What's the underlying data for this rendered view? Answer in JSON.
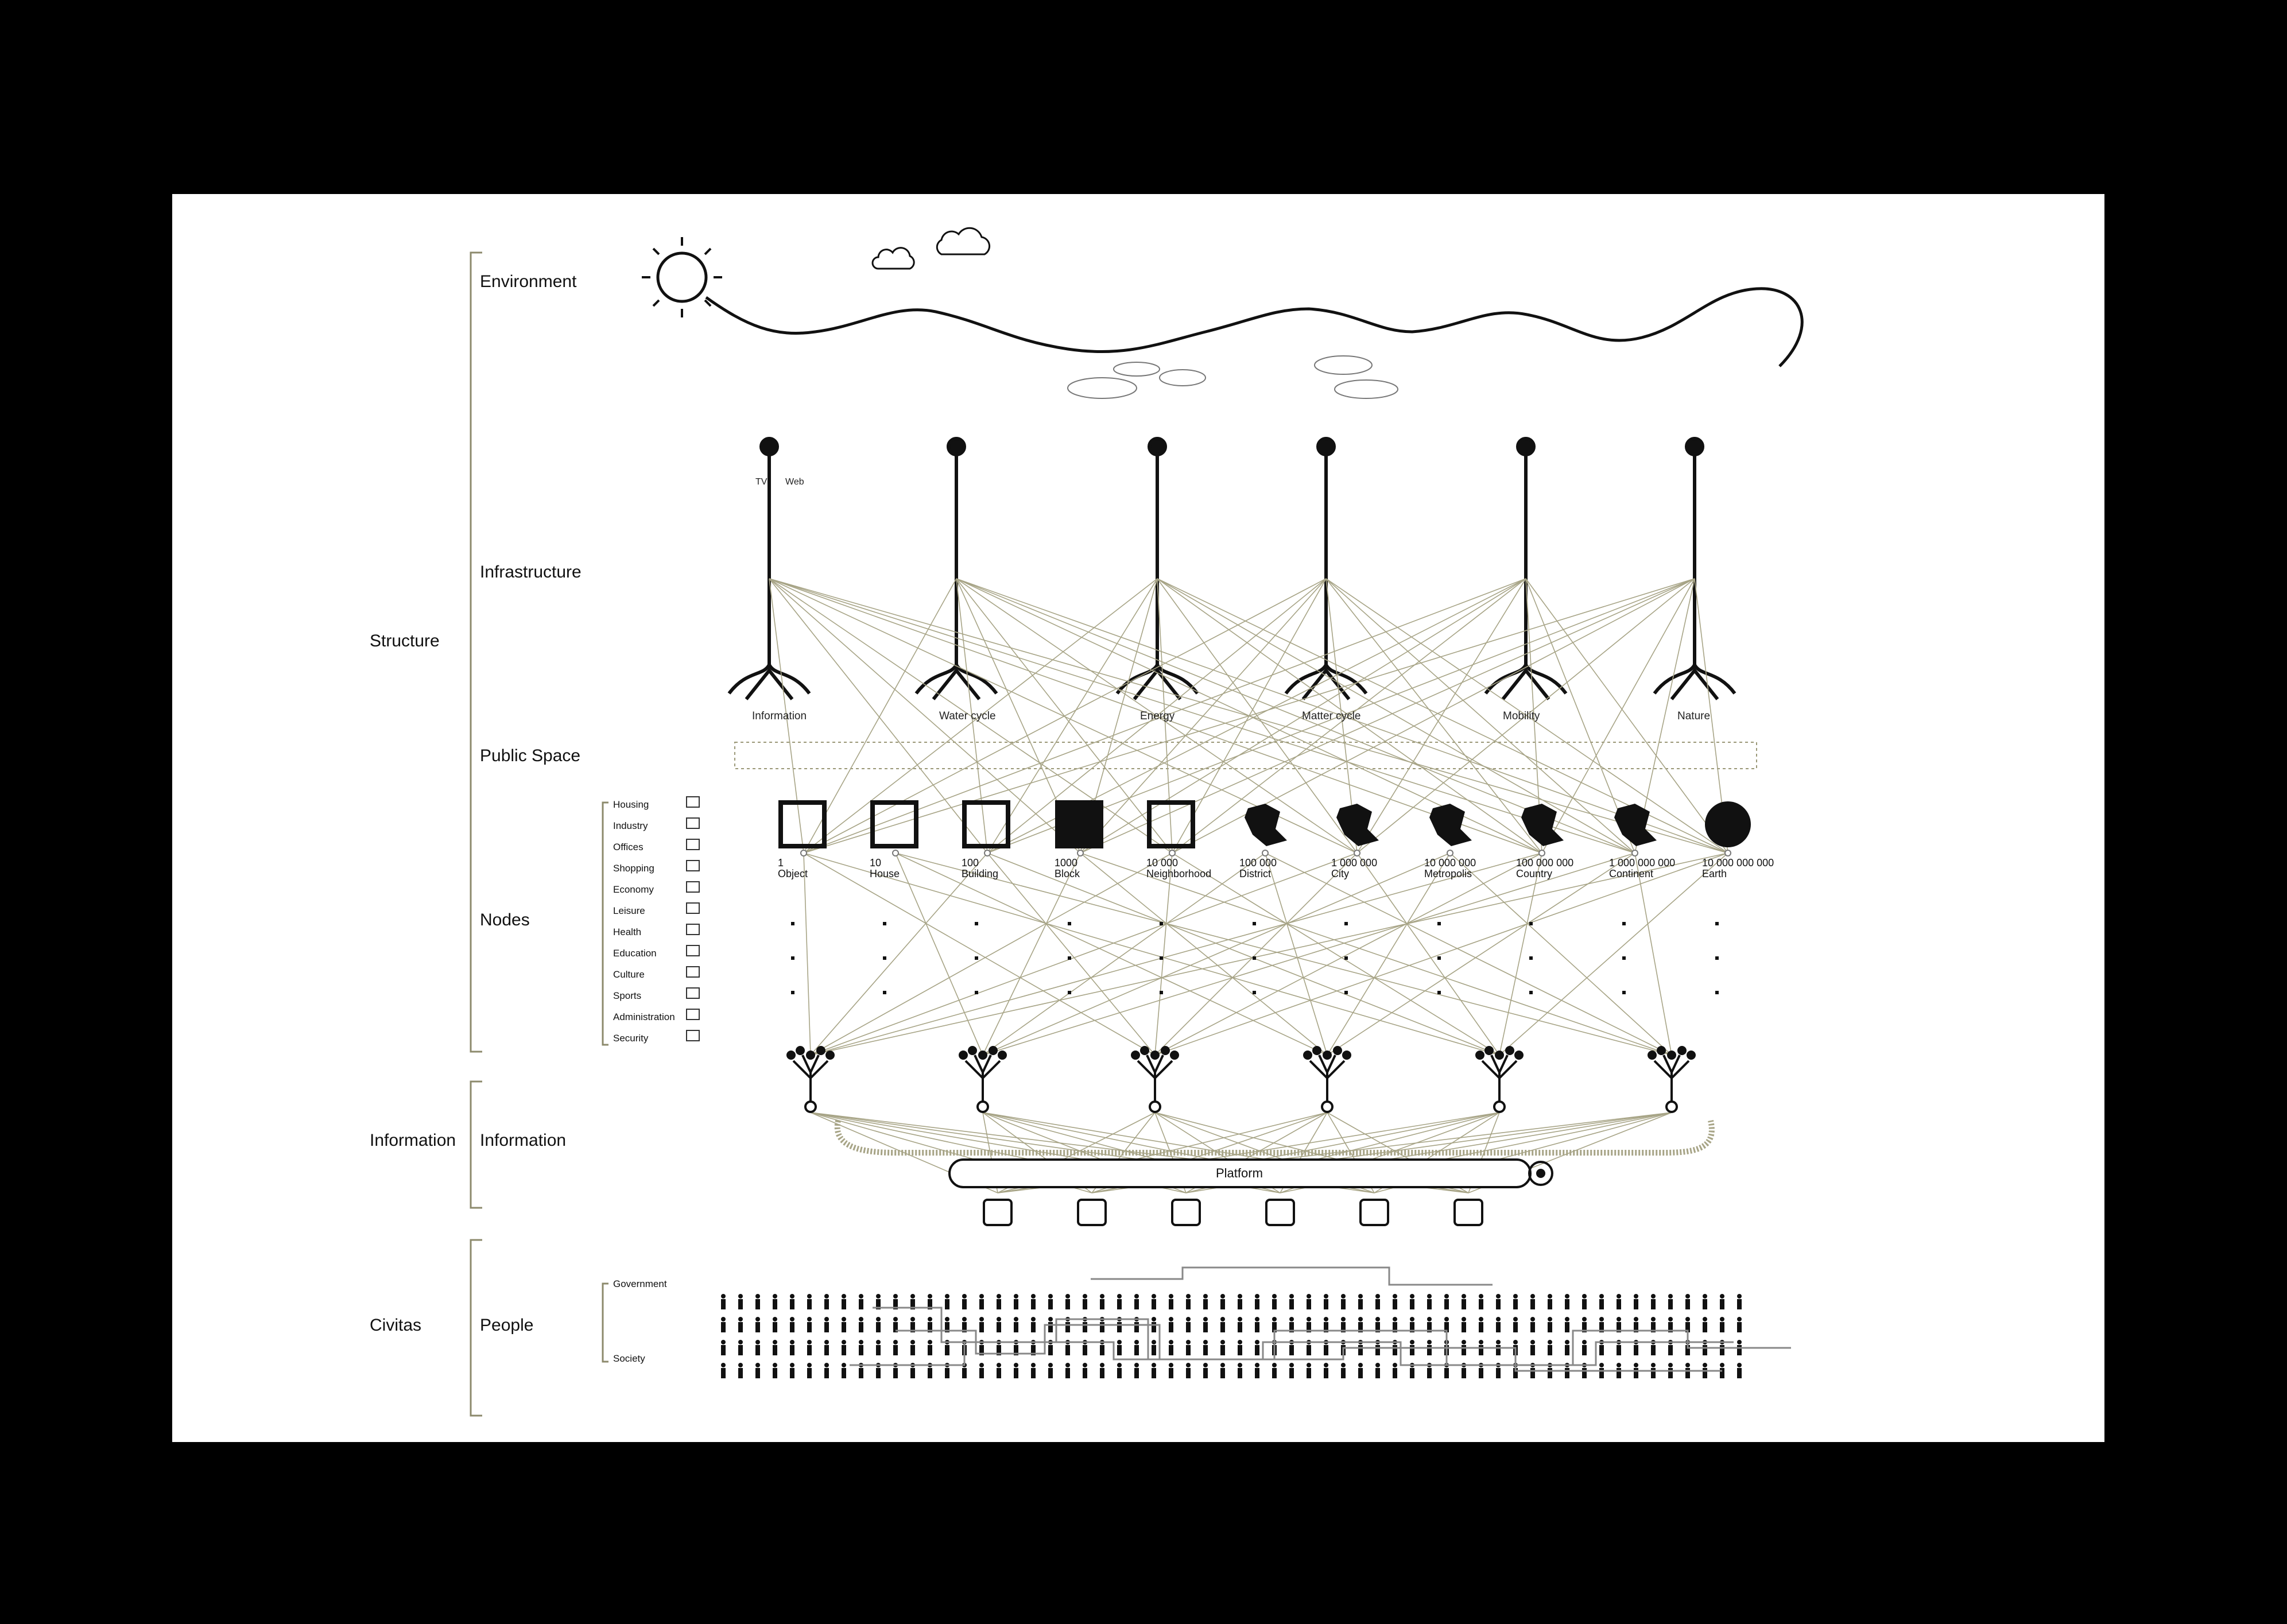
{
  "sections": [
    {
      "label": "Structure"
    },
    {
      "label": "Information"
    },
    {
      "label": "Civitas"
    }
  ],
  "subsections": [
    {
      "label": "Environment"
    },
    {
      "label": "Infrastructure"
    },
    {
      "label": "Public Space"
    },
    {
      "label": "Nodes"
    },
    {
      "label": "Information"
    },
    {
      "label": "People"
    }
  ],
  "infrastructure": [
    {
      "label": "Information"
    },
    {
      "label": "Water cycle"
    },
    {
      "label": "Energy"
    },
    {
      "label": "Matter cycle"
    },
    {
      "label": "Mobility"
    },
    {
      "label": "Nature"
    }
  ],
  "infra_small": {
    "tv": "TV",
    "web": "Web"
  },
  "node_categories": [
    {
      "label": "Housing"
    },
    {
      "label": "Industry"
    },
    {
      "label": "Offices"
    },
    {
      "label": "Shopping"
    },
    {
      "label": "Economy"
    },
    {
      "label": "Leisure"
    },
    {
      "label": "Health"
    },
    {
      "label": "Education"
    },
    {
      "label": "Culture"
    },
    {
      "label": "Sports"
    },
    {
      "label": "Administration"
    },
    {
      "label": "Security"
    }
  ],
  "scales": [
    {
      "value": "1",
      "name": "Object"
    },
    {
      "value": "10",
      "name": "House"
    },
    {
      "value": "100",
      "name": "Building"
    },
    {
      "value": "1000",
      "name": "Block"
    },
    {
      "value": "10 000",
      "name": "Neighborhood"
    },
    {
      "value": "100 000",
      "name": "District"
    },
    {
      "value": "1 000 000",
      "name": "City"
    },
    {
      "value": "10 000 000",
      "name": "Metropolis"
    },
    {
      "value": "100 000 000",
      "name": "Country"
    },
    {
      "value": "1 000 000 000",
      "name": "Continent"
    },
    {
      "value": "10 000 000 000",
      "name": "Earth"
    }
  ],
  "platform": {
    "label": "Platform"
  },
  "people_groups": [
    {
      "label": "Government"
    },
    {
      "label": "Society"
    }
  ],
  "colors": {
    "ink": "#111111",
    "links": "#9b9878",
    "paper": "#ffffff",
    "background": "#000000"
  }
}
